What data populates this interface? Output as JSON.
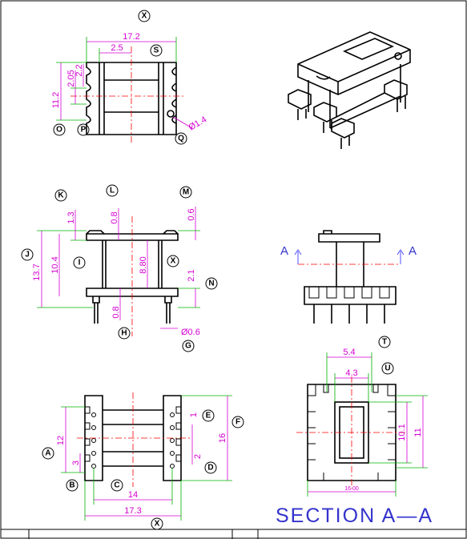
{
  "top_view": {
    "labels": {
      "x": "X",
      "s": "S",
      "o": "O",
      "p": "P",
      "q": "Q"
    },
    "dims": {
      "width": "17.2",
      "offset": "2.5",
      "height": "11.2",
      "pitch1": "2.05",
      "pitch2": "2.2",
      "hole": "Ø1.4"
    }
  },
  "side_view": {
    "labels": {
      "k": "K",
      "l": "L",
      "m": "M",
      "j": "J",
      "i": "I",
      "x": "X",
      "n": "N",
      "h": "H",
      "g": "G"
    },
    "dims": {
      "d13": "1.3",
      "d08a": "0.8",
      "d06": "0.6",
      "d137": "13.7",
      "d104": "10.4",
      "d880": "8.80",
      "d21": "2.1",
      "d08b": "0.8",
      "pin": "Ø0.6"
    }
  },
  "bottom_view": {
    "labels": {
      "a": "A",
      "b": "B",
      "c": "C",
      "d": "D",
      "e": "E",
      "f": "F",
      "x": "X"
    },
    "dims": {
      "d12": "12",
      "d3": "3",
      "d14": "14",
      "d173": "17.3",
      "d16": "16",
      "d1": "1",
      "d2": "2"
    }
  },
  "front_view": {
    "a_left": "A",
    "a_right": "A"
  },
  "section_view": {
    "labels": {
      "t": "T",
      "u": "U"
    },
    "dims": {
      "d54": "5.4",
      "d43": "4.3",
      "d101": "10.1",
      "d11": "11",
      "d1600": "16.00"
    },
    "title": "SECTION A—A"
  }
}
